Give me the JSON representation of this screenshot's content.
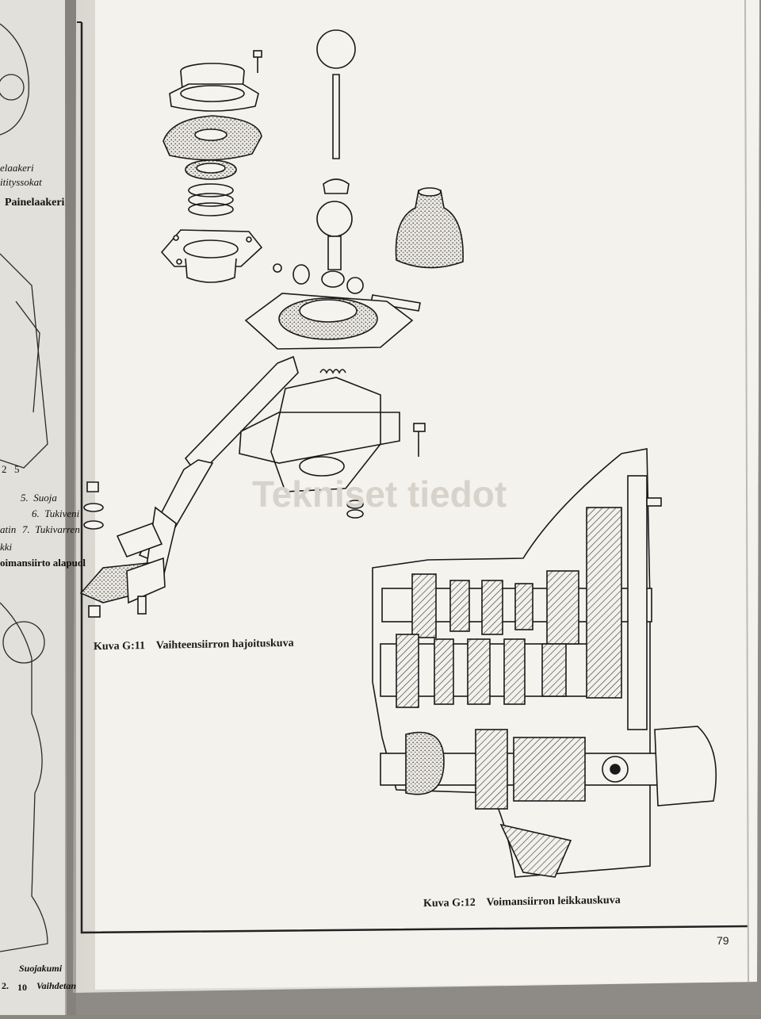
{
  "page_number": "79",
  "figure_g11": {
    "caption_number": "Kuva G:11",
    "caption_title": "Vaihteensiirron hajoituskuva"
  },
  "figure_g12": {
    "caption_number": "Kuva G:12",
    "caption_title": "Voimansiirron leikkauskuva"
  },
  "bleed_through": {
    "heading": "Tekniset tiedot"
  },
  "left_page": {
    "labels": [
      "elaakeri",
      "itityssokat",
      "Painelaakeri"
    ],
    "marks": [
      "2",
      "5"
    ],
    "legend": [
      {
        "num": "5.",
        "text": "Suoja"
      },
      {
        "num": "6.",
        "text": "Tukiveni"
      },
      {
        "num": "7.",
        "text": "Tukivarren"
      }
    ],
    "fragments": [
      "atin",
      "kki"
    ],
    "heading": "oimansiirto alapuol",
    "bottom_legend": [
      "Suojakumi",
      "10",
      "Vaihdetan",
      "2."
    ]
  },
  "colors": {
    "paper": "#f4f3ee",
    "ink": "#1a1a1a",
    "shadow": "#8a8782"
  }
}
